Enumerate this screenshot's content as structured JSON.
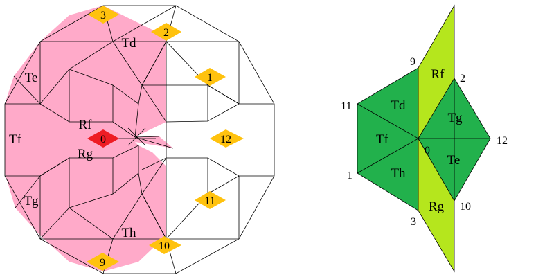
{
  "colors": {
    "pink": "#ffaac9",
    "red": "#ee1c24",
    "orange": "#ffc20e",
    "dark_green": "#22b14c",
    "light_green": "#b5e61d",
    "line": "#000000",
    "background": "#ffffff"
  },
  "left_figure": {
    "region_labels": {
      "te": "Te",
      "tf": "Tf",
      "tg": "Tg",
      "td": "Td",
      "th": "Th",
      "rf": "Rf",
      "rg": "Rg"
    },
    "markers": {
      "m0": "0",
      "m1": "1",
      "m2": "2",
      "m3": "3",
      "m9": "9",
      "m10": "10",
      "m11": "11",
      "m12": "12"
    }
  },
  "right_figure": {
    "region_labels": {
      "rf": "Rf",
      "td": "Td",
      "tf": "Tf",
      "th": "Th",
      "tg": "Tg",
      "te": "Te",
      "rg": "Rg"
    },
    "vertex_labels": {
      "v0": "0",
      "v1": "1",
      "v2": "2",
      "v3": "3",
      "v9": "9",
      "v10": "10",
      "v11": "11",
      "v12": "12"
    }
  }
}
